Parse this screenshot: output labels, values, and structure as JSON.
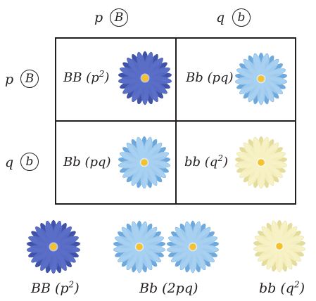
{
  "header": {
    "col1_freq": "p",
    "col1_allele": "B",
    "col2_freq": "q",
    "col2_allele": "b"
  },
  "rows": {
    "row1_freq": "p",
    "row1_allele": "B",
    "row2_freq": "q",
    "row2_allele": "b"
  },
  "cells": [
    {
      "genotype": "BB (p",
      "exp": "2",
      "tail": ")",
      "flower": "dark-blue-flower-icon"
    },
    {
      "genotype": "Bb (pq)",
      "flower": "light-blue-flower-icon"
    },
    {
      "genotype": "Bb (pq)",
      "flower": "light-blue-flower-icon"
    },
    {
      "genotype": "bb (q",
      "exp": "2",
      "tail": ")",
      "flower": "cream-flower-icon"
    }
  ],
  "bottom": {
    "bb_dark_label": "BB (p",
    "bb_dark_exp": "2",
    "bb_dark_tail": ")",
    "het_label": "Bb (2pq)",
    "rec_label": "bb (q",
    "rec_exp": "2",
    "rec_tail": ")"
  },
  "colors": {
    "dark_blue": "#5a6fc8",
    "light_blue": "#a8d0f0",
    "cream": "#f7f1c6",
    "center": "#f4c22e",
    "line": "#231f20"
  }
}
